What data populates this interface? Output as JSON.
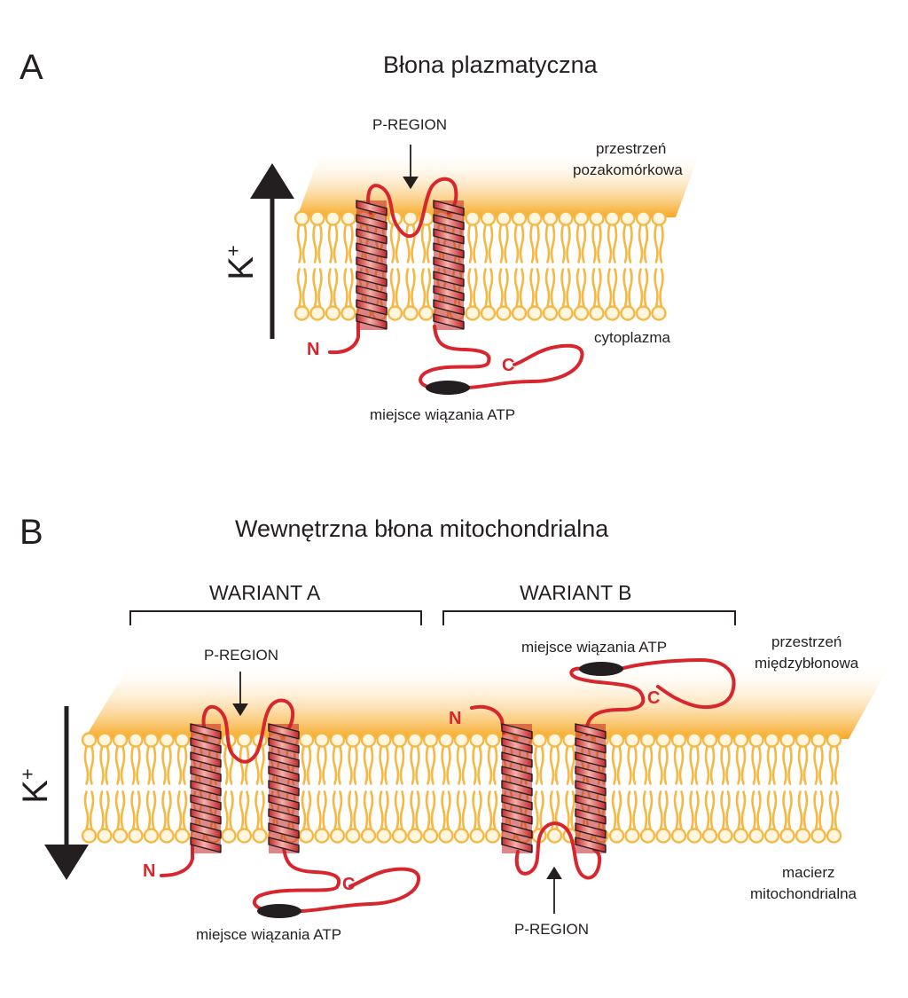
{
  "panel_a": {
    "letter": "A",
    "title": "Błona plazmatyczna",
    "ion": "K",
    "ion_charge": "+",
    "ion_direction": "up",
    "p_region": "P-REGION",
    "outer_space": [
      "przestrzeń",
      "pozakomórkowa"
    ],
    "inner_space": "cytoplazma",
    "n_terminus": "N",
    "c_terminus": "C",
    "atp_site": "miejsce wiązania ATP"
  },
  "panel_b": {
    "letter": "B",
    "title": "Wewnętrzna błona mitochondrialna",
    "ion": "K",
    "ion_charge": "+",
    "ion_direction": "down",
    "outer_space": [
      "przestrzeń",
      "międzybłonowa"
    ],
    "inner_space": [
      "macierz",
      "mitochondrialna"
    ],
    "variant_a": {
      "label": "WARIANT A",
      "p_region": "P-REGION",
      "n_terminus": "N",
      "c_terminus": "C",
      "atp_site": "miejsce wiązania ATP"
    },
    "variant_b": {
      "label": "WARIANT B",
      "p_region": "P-REGION",
      "n_terminus": "N",
      "c_terminus": "C",
      "atp_site": "miejsce wiązania ATP"
    }
  },
  "colors": {
    "protein": "#d7262d",
    "helix_light": "#f7b0a9",
    "helix_dark": "#c2252b",
    "lipid": "#f5b844",
    "lipid_head_fill": "#fff6e0",
    "membrane_gradient_top": "#ffffff",
    "membrane_gradient_bottom": "#f7a823",
    "atp_site": "#231f20",
    "text": "#231f20"
  }
}
